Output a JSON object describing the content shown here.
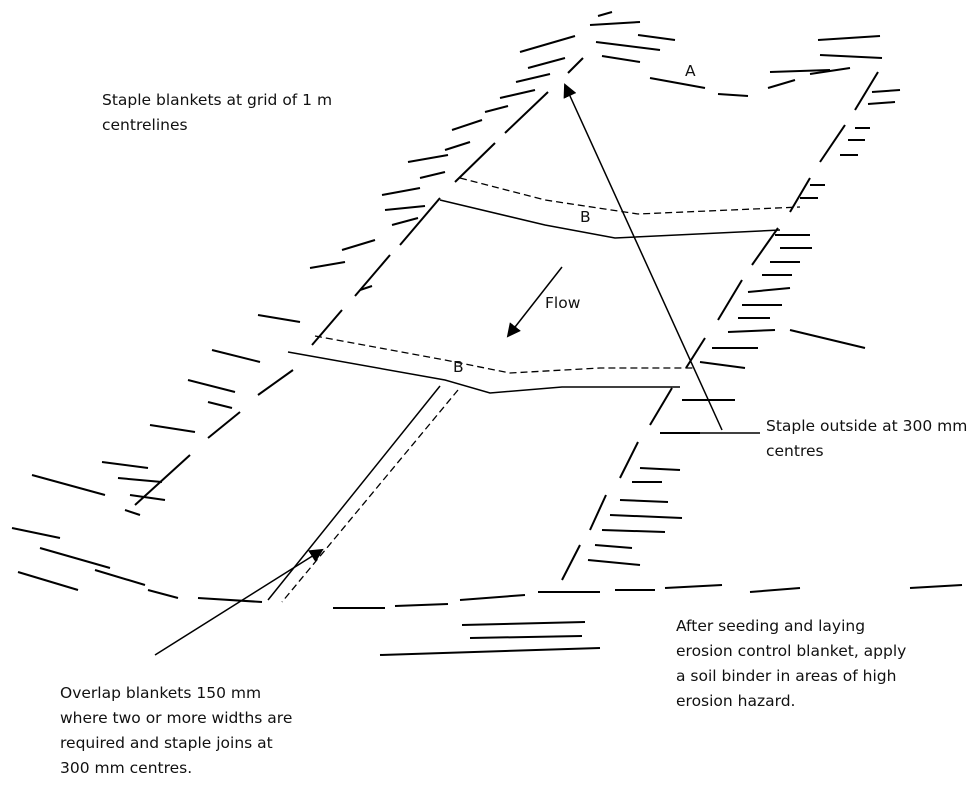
{
  "labels": {
    "staple_grid": [
      "Staple blankets at grid of 1 m",
      "centrelines"
    ],
    "staple_outside": [
      "Staple outside at 300 mm",
      "centres"
    ],
    "soil_binder": [
      "After seeding and laying",
      "erosion control blanket, apply",
      "a soil binder in areas of high",
      "erosion hazard."
    ],
    "overlap": [
      "Overlap blankets 150 mm",
      "where two or more widths are",
      "required and staple joins at",
      "300 mm centres."
    ],
    "flow": "Flow",
    "point_a": "A",
    "point_b_upper": "B",
    "point_b_lower": "B"
  }
}
